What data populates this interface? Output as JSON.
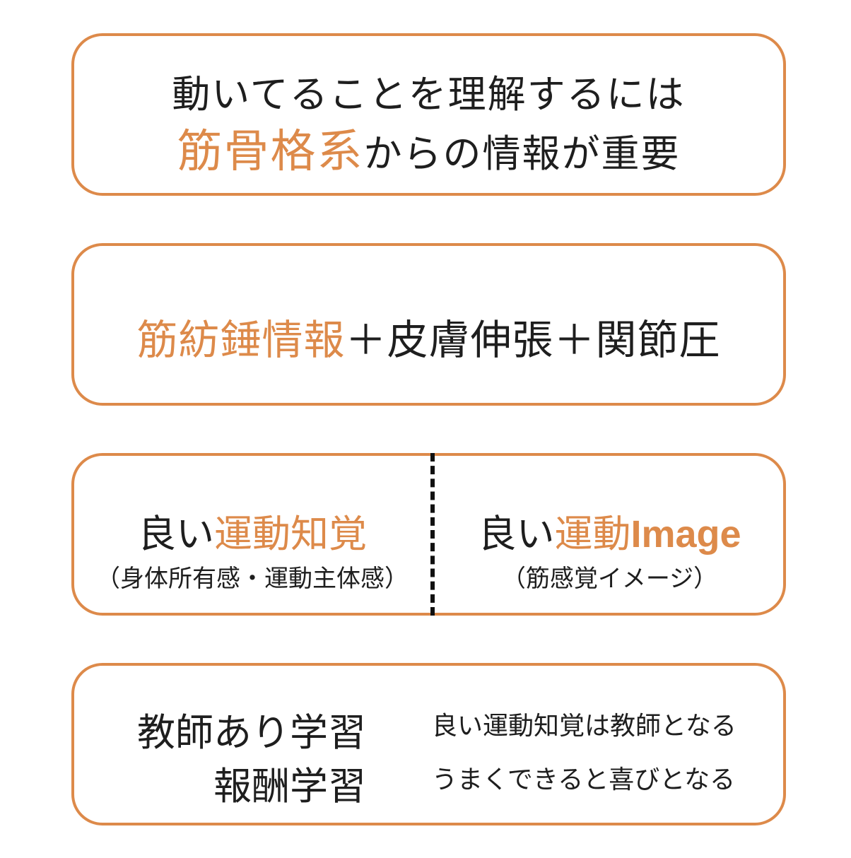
{
  "colors": {
    "accent": "#dd8a4a",
    "text": "#1e1e1e",
    "divider": "#111111"
  },
  "box1": {
    "line1": "動いてることを理解するには",
    "line2_accent": "筋骨格系",
    "line2_rest": "からの情報が重要"
  },
  "box2": {
    "accent": "筋紡錘情報",
    "rest": "＋皮膚伸張＋関節圧"
  },
  "box3": {
    "left": {
      "title_plain": "良い",
      "title_accent": "運動知覚",
      "subtitle": "（身体所有感・運動主体感）"
    },
    "right": {
      "title_plain": "良い",
      "title_accent_jp": "運動",
      "title_accent_latin": "Image",
      "subtitle": "（筋感覚イメージ）"
    }
  },
  "box4": {
    "left": [
      "教師あり学習",
      "報酬学習"
    ],
    "right": [
      "良い運動知覚は教師となる",
      "うまくできると喜びとなる"
    ]
  }
}
